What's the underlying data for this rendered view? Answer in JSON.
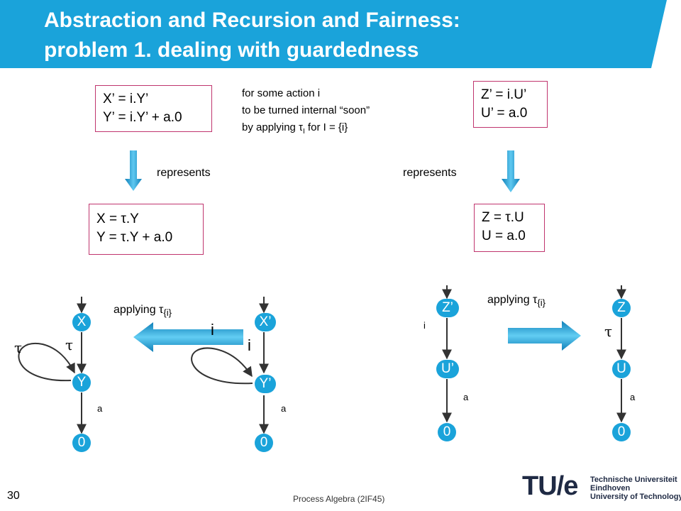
{
  "colors": {
    "banner": "#1aa3da",
    "box_border": "#c0356e",
    "node": "#1aa3da",
    "tue_red": "#c8102e",
    "tue_dark": "#1f2a44"
  },
  "title": {
    "line1": "Abstraction and Recursion and Fairness:",
    "line2": "problem 1. dealing with guardedness"
  },
  "left_spec": {
    "line1": "X’ = i.Y’",
    "line2": "Y’ = i.Y’ + a.0"
  },
  "left_abstract": {
    "line1": "X = τ.Y",
    "line2": "Y = τ.Y + a.0"
  },
  "right_spec": {
    "line1": "Z’ = i.U’",
    "line2": "U’ = a.0"
  },
  "right_abstract": {
    "line1": "Z = τ.U",
    "line2": "U = a.0"
  },
  "note": {
    "line1": "for some action i",
    "line2": "to be turned internal “soon”",
    "line3_prefix": "by applying τ",
    "line3_sub": "I",
    "line3_suffix": " for I = {i}"
  },
  "represents_left": "represents",
  "represents_right": "represents",
  "applying_left": {
    "prefix": "applying τ",
    "sub": "{i}"
  },
  "applying_right": {
    "prefix": "applying τ",
    "sub": "{i}"
  },
  "graph_x": {
    "n1": "X",
    "n2": "Y",
    "n3": "0",
    "loop_label": "τ",
    "edge_label": "τ",
    "term_label": "a"
  },
  "graph_xp": {
    "n1": "X’",
    "n2": "Y’",
    "n3": "0",
    "loop_label": "i",
    "edge_label": "i",
    "term_label": "a"
  },
  "graph_zp": {
    "n1": "Z’",
    "n2": "U’",
    "n3": "0",
    "edge_label": "i",
    "term_label": "a"
  },
  "graph_z": {
    "n1": "Z",
    "n2": "U",
    "n3": "0",
    "edge_label": "τ",
    "term_label": "a"
  },
  "footer": {
    "slide_number": "30",
    "course": "Process Algebra (2IF45)",
    "logo_text": "TU/e",
    "logo_line1": "Technische Universiteit",
    "logo_line2": "Eindhoven",
    "logo_line3": "University of Technology"
  }
}
